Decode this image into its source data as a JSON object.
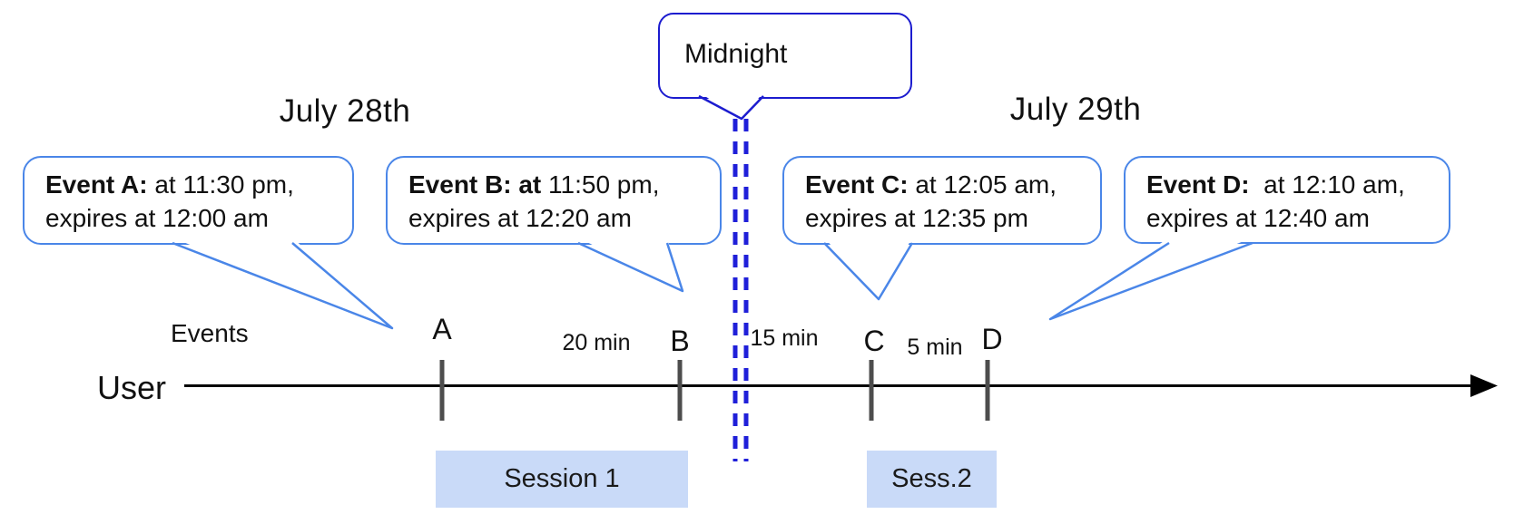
{
  "titles": {
    "left_day": "July 28th",
    "right_day": "July 29th"
  },
  "midnight": {
    "label": "Midnight"
  },
  "callouts": [
    {
      "id": "A",
      "bold": "Event A:",
      "rest": " at 11:30 pm,",
      "line2": "expires at 12:00 am"
    },
    {
      "id": "B",
      "bold": "Event B: at",
      "rest": " 11:50 pm,",
      "line2": "expires at 12:20 am"
    },
    {
      "id": "C",
      "bold": "Event C:",
      "rest": " at 12:05 am,",
      "line2": "expires at 12:35 pm"
    },
    {
      "id": "D",
      "bold": "Event D:",
      "rest": "  at 12:10 am,",
      "line2": "expires at 12:40 am"
    }
  ],
  "timeline": {
    "events_label": "Events",
    "user_label": "User",
    "marks": [
      {
        "label": "A"
      },
      {
        "label": "B"
      },
      {
        "label": "C"
      },
      {
        "label": "D"
      }
    ],
    "gaps": [
      {
        "label": "20 min"
      },
      {
        "label": "15 min"
      },
      {
        "label": "5 min"
      }
    ]
  },
  "sessions": [
    {
      "label": "Session 1"
    },
    {
      "label": "Sess.2"
    }
  ],
  "colors": {
    "callout_border": "#4a86e8",
    "midnight_border": "#1c1ccf",
    "dashed_line": "#1f1fd9",
    "session_fill": "#c9daf8",
    "tick_color": "#4d4d4d",
    "axis_color": "#000000",
    "text_color": "#111111"
  }
}
